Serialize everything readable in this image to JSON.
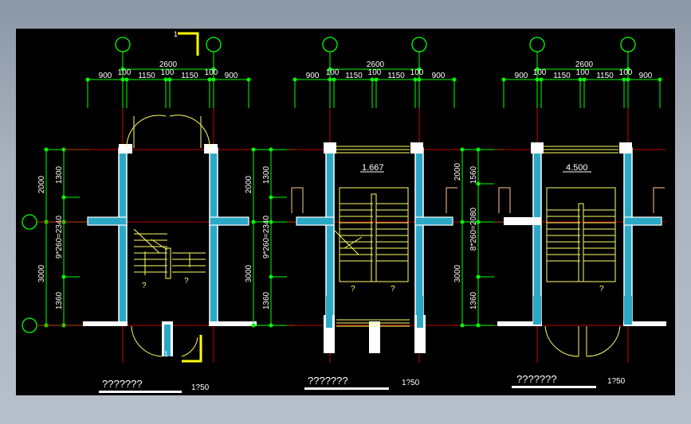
{
  "colors": {
    "background": "#000000",
    "axis_line": "#00ff00",
    "grid_line": "#ff0000",
    "wall": "#ffffff",
    "wall_fill": "#2aa9c7",
    "stair": "#ffff66",
    "rail": "#ffcc99",
    "text": "#ffffff",
    "dim_text": "#ffffff",
    "frame_mark": "#ffff00"
  },
  "plans": [
    {
      "top_total": "2600",
      "top_dims": [
        "900",
        "100",
        "1150",
        "100",
        "1150",
        "100",
        "900"
      ],
      "left_dims": [
        "2000",
        "1300",
        "9*260=2340",
        "3000",
        "1360"
      ],
      "level": "",
      "title": "???????",
      "scale": "1?50",
      "marks": [
        "?",
        "?"
      ]
    },
    {
      "top_total": "2600",
      "top_dims": [
        "900",
        "100",
        "1150",
        "100",
        "1150",
        "100",
        "900"
      ],
      "left_dims": [
        "2000",
        "1300",
        "9*260=2340",
        "3000",
        "1360"
      ],
      "level": "1.667",
      "title": "???????",
      "scale": "1?50",
      "marks": [
        "?",
        "?"
      ]
    },
    {
      "top_total": "2600",
      "top_dims": [
        "900",
        "100",
        "1150",
        "100",
        "1150",
        "100",
        "900"
      ],
      "left_dims": [
        "2000",
        "1560",
        "8*260=2080",
        "3000",
        "1360"
      ],
      "level": "4.500",
      "title": "???????",
      "scale": "1?50",
      "marks": [
        "?"
      ]
    }
  ],
  "section_mark": "1"
}
